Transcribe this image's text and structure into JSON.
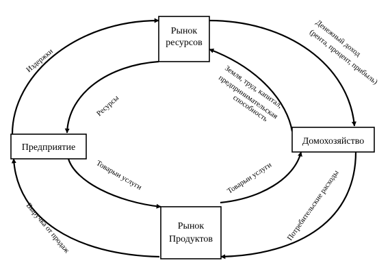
{
  "nodes": {
    "resource_market": {
      "line1": "Рынок",
      "line2": "ресурсов"
    },
    "product_market": {
      "line1": "Рынок",
      "line2": "Продуктов"
    },
    "firm": {
      "label": "Предприятие"
    },
    "household": {
      "label": "Домохозяйство"
    }
  },
  "flows": {
    "costs": "Издержки",
    "money_income": "Денежный доход",
    "money_income_detail": "(рента, процент, прибыль)",
    "factors_line1": "Земля, труд, капитал,",
    "factors_line2": "предпринимательская",
    "factors_line3": "способность",
    "resources": "Ресурсы",
    "goods_services_firm": "Товарыи услуги",
    "goods_services_household": "Товарыи услуги",
    "sales_revenue": "Выручка от продаж",
    "consumer_spending": "Потребительские расходы"
  }
}
